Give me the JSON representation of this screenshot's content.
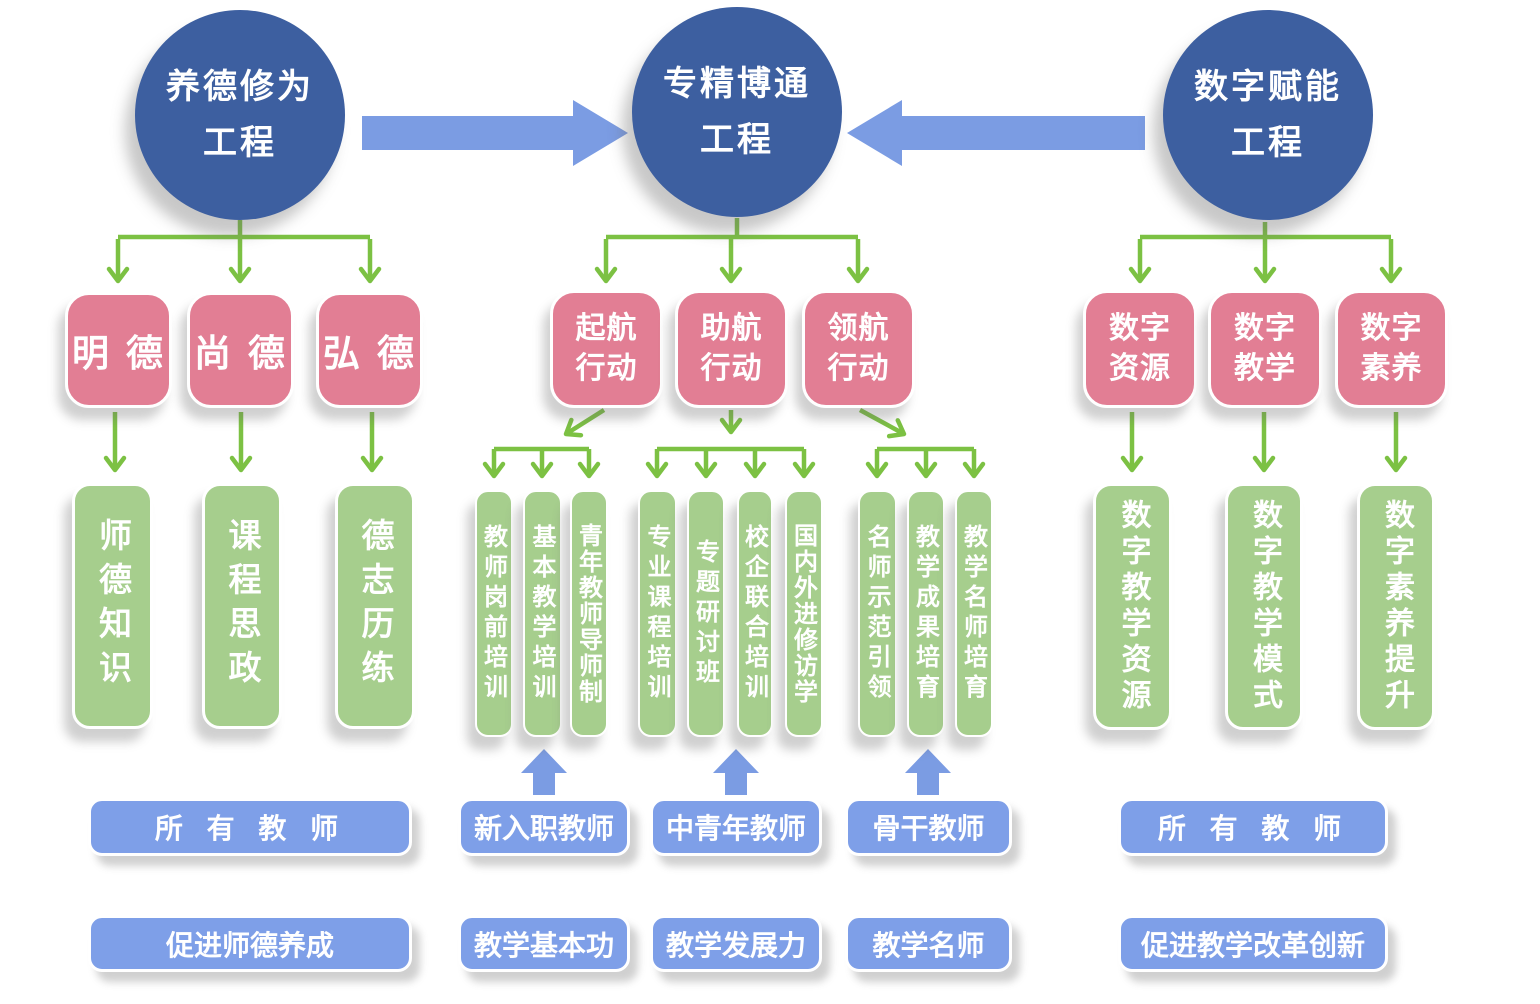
{
  "colors": {
    "circle_blue": "#3D5FA0",
    "block_arrow_blue": "#7B9CE3",
    "pink_box": "#E27E94",
    "green_box": "#A6CE8D",
    "green_connector": "#7CC143",
    "bottom_box_blue": "#7E9FE8",
    "text": "#FFFFFF",
    "background": "#FFFFFF"
  },
  "circles": [
    {
      "text": "养德修为\n工程"
    },
    {
      "text": "专精博通\n工程"
    },
    {
      "text": "数字赋能\n工程"
    }
  ],
  "pink": {
    "left": [
      "明 德",
      "尚 德",
      "弘 德"
    ],
    "center": [
      "起航\n行动",
      "助航\n行动",
      "领航\n行动"
    ],
    "right": [
      "数字\n资源",
      "数字\n教学",
      "数字\n素养"
    ]
  },
  "green": {
    "left": [
      "师德知识",
      "课程思政",
      "德志历练"
    ],
    "qihang": [
      "教师岗前培训",
      "基本教学培训",
      "青年教师导师制"
    ],
    "zhuhang": [
      "专业课程培训",
      "专题研讨班",
      "校企联合培训",
      "国内外进修访学"
    ],
    "linghang": [
      "名师示范引领",
      "教学成果培育",
      "教学名师培育"
    ],
    "right": [
      "数字教学资源",
      "数字教学模式",
      "数字素养提升"
    ]
  },
  "audiences": [
    "所 有 教 师",
    "新入职教师",
    "中青年教师",
    "骨干教师",
    "所 有 教 师"
  ],
  "goals": [
    "促进师德养成",
    "教学基本功",
    "教学发展力",
    "教学名师",
    "促进教学改革创新"
  ]
}
